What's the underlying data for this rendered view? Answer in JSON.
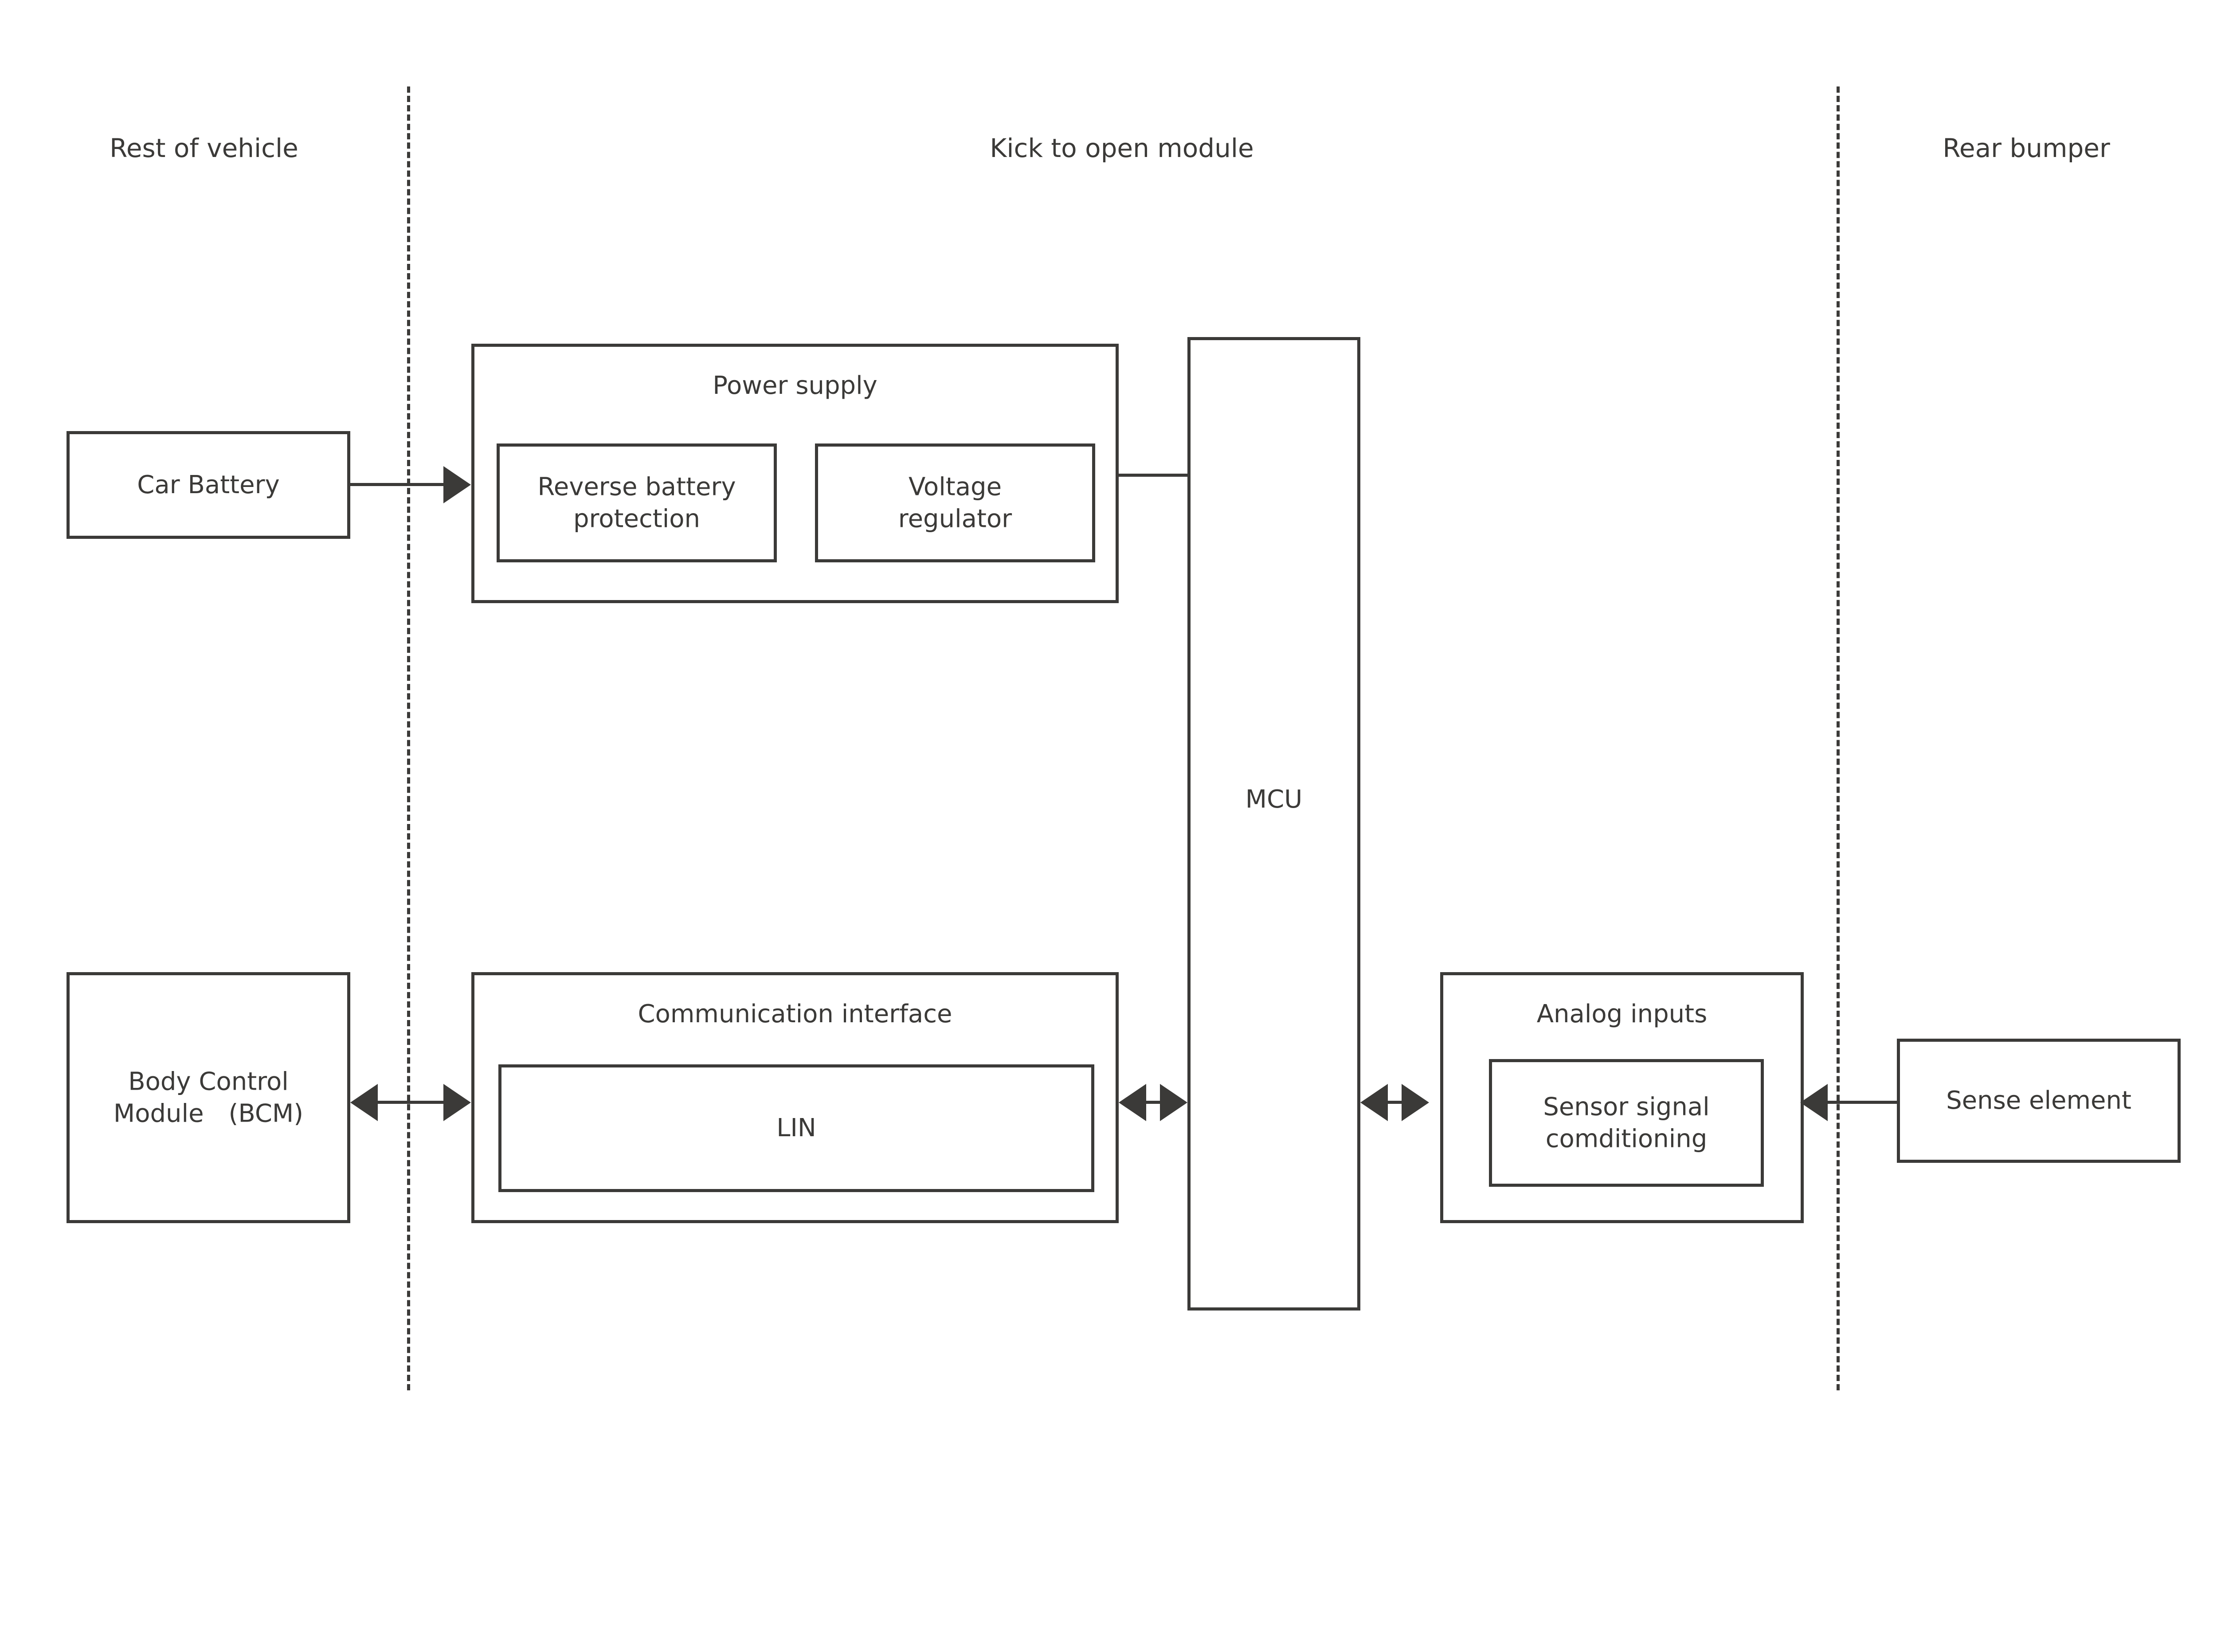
{
  "diagram": {
    "title_zones": [
      {
        "id": "rest-of-vehicle",
        "label": "Rest of vehicle"
      },
      {
        "id": "kick-to-open-module",
        "label": "Kick to open module"
      },
      {
        "id": "rear-bumper",
        "label": "Rear bumper"
      }
    ],
    "blocks": {
      "car_battery": {
        "label": "Car Battery"
      },
      "body_control_module": {
        "label": "Body Control\nModule　(BCM)"
      },
      "power_supply": {
        "label": "Power supply",
        "children": [
          {
            "id": "reverse-battery-protection",
            "label": "Reverse battery\nprotection"
          },
          {
            "id": "voltage-regulator",
            "label": "Voltage\nregulator"
          }
        ]
      },
      "mcu": {
        "label": "MCU"
      },
      "communication_interface": {
        "label": "Communication interface",
        "children": [
          {
            "id": "lin",
            "label": "LIN"
          }
        ]
      },
      "analog_inputs": {
        "label": "Analog inputs",
        "children": [
          {
            "id": "sensor-signal-conditioning",
            "label": "Sensor signal\ncomditioning"
          }
        ]
      },
      "sense_element": {
        "label": "Sense element"
      }
    },
    "colors": {
      "stroke": "#3b3a38",
      "background": "#ffffff",
      "text": "#3b3a38"
    }
  }
}
